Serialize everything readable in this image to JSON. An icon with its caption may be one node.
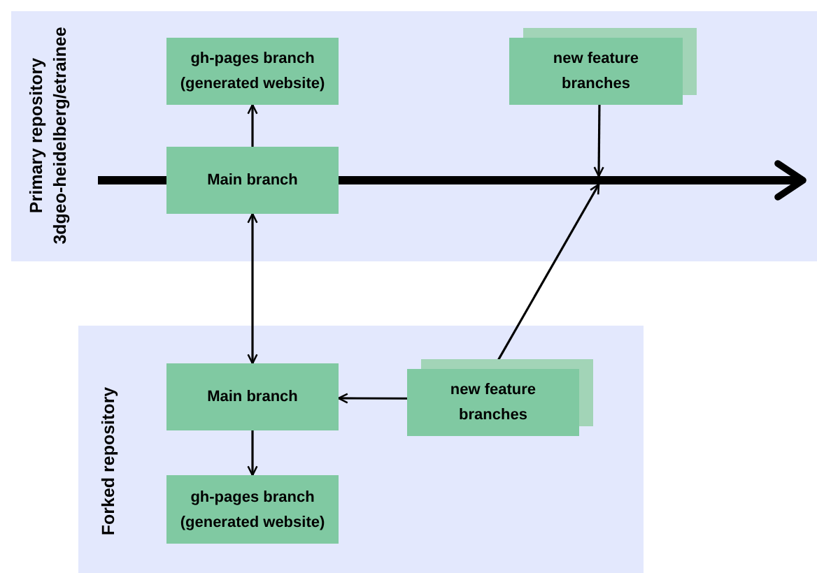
{
  "diagram": {
    "nodes": [
      {
        "text": [
          "Primary repository",
          "3dgeo-heidelberg/etrainee"
        ]
      },
      {
        "text": [
          "gh-pages branch (generated website)"
        ],
        "in": 0
      },
      {
        "text": [
          "new feature branches"
        ],
        "in": 0
      },
      {
        "text": [
          "Main branch"
        ],
        "in": 0
      },
      {
        "text": [
          "Forked repository"
        ]
      },
      {
        "text": [
          "Main branch"
        ],
        "in": 4
      },
      {
        "text": [
          "new feature branches"
        ],
        "in": 4
      },
      {
        "text": [
          "gh-pages branch (generated website)"
        ],
        "in": 4
      }
    ],
    "edges": [
      {
        "from": 3,
        "to": 1,
        "arrow": "to"
      },
      {
        "from": 3,
        "to": 5,
        "arrow": "both"
      },
      {
        "from": 5,
        "to": 7,
        "arrow": "to"
      },
      {
        "from": 6,
        "to": 5,
        "arrow": "to"
      },
      {
        "from": 2,
        "to": null,
        "arrow": "to"
      },
      {
        "from": 6,
        "to": null,
        "arrow": "to"
      },
      {
        "from": null,
        "to": 3,
        "arrow": "none",
        "style": "thick"
      },
      {
        "from": 3,
        "to": null,
        "arrow": "to",
        "style": "thick"
      }
    ]
  }
}
